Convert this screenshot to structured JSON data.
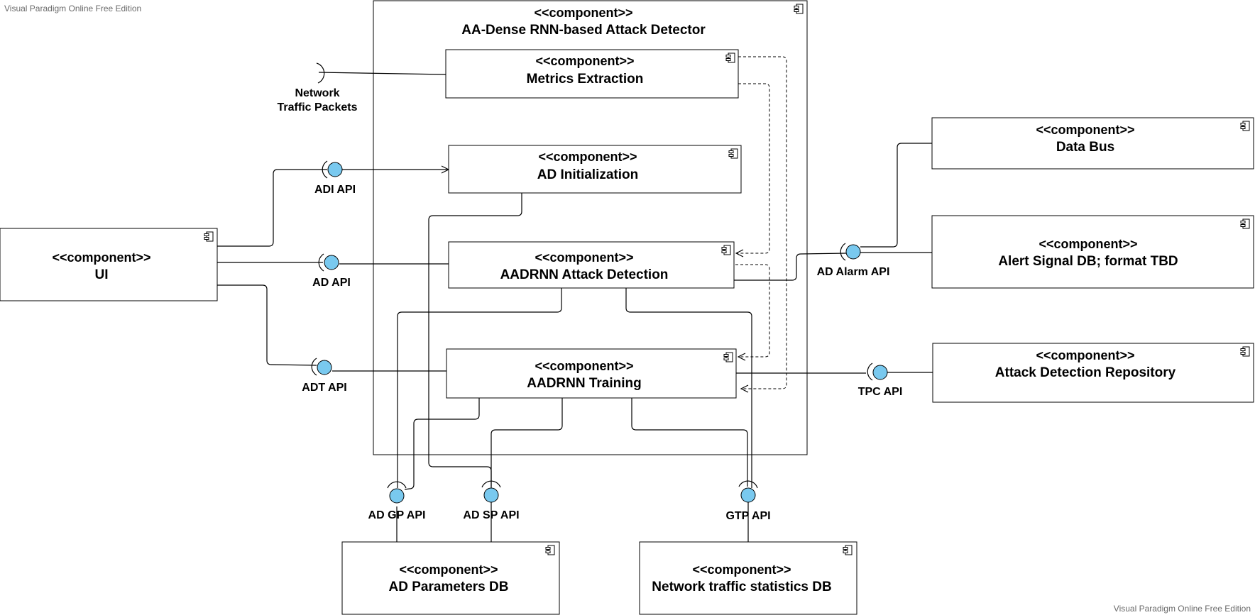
{
  "watermark": {
    "top_left": "Visual Paradigm Online Free Edition",
    "bottom_right": "Visual Paradigm Online Free Edition"
  },
  "stereotype": "<<component>>",
  "components": {
    "container": {
      "name": "AA-Dense RNN-based Attack Detector"
    },
    "metrics": {
      "name": "Metrics Extraction"
    },
    "init": {
      "name": "AD Initialization"
    },
    "detection": {
      "name": "AADRNN Attack Detection"
    },
    "training": {
      "name": "AADRNN Training"
    },
    "ui": {
      "name": "UI"
    },
    "databus": {
      "name": "Data Bus"
    },
    "alertdb": {
      "name": "Alert Signal DB; format TBD"
    },
    "repo": {
      "name": "Attack Detection Repository"
    },
    "params": {
      "name": "AD Parameters DB"
    },
    "netstats": {
      "name": "Network traffic statistics DB"
    }
  },
  "interfaces": {
    "network": {
      "line1": "Network",
      "line2": "Traffic Packets"
    },
    "adi": "ADI API",
    "ad": "AD API",
    "adt": "ADT API",
    "alarm": "AD Alarm API",
    "tpc": "TPC API",
    "gp": "AD GP API",
    "sp": "AD SP API",
    "gtp": "GTP API"
  },
  "colors": {
    "interface_ball": "#79c9ef",
    "line": "#000000",
    "background": "#ffffff"
  }
}
